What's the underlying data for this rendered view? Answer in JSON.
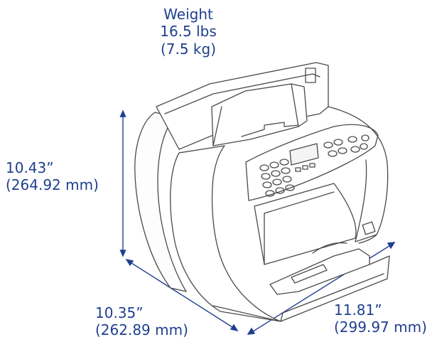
{
  "weight": {
    "title": "Weight",
    "imperial": "16.5 lbs",
    "metric": "(7.5 kg)"
  },
  "height": {
    "imperial": "10.43”",
    "metric": "(264.92 mm)"
  },
  "depth": {
    "imperial": "10.35”",
    "metric": "(262.89 mm)"
  },
  "width": {
    "imperial": "11.81”",
    "metric": "(299.97 mm)"
  },
  "colors": {
    "dimension": "#1f3f8f",
    "outline": "#4a4a4a"
  }
}
